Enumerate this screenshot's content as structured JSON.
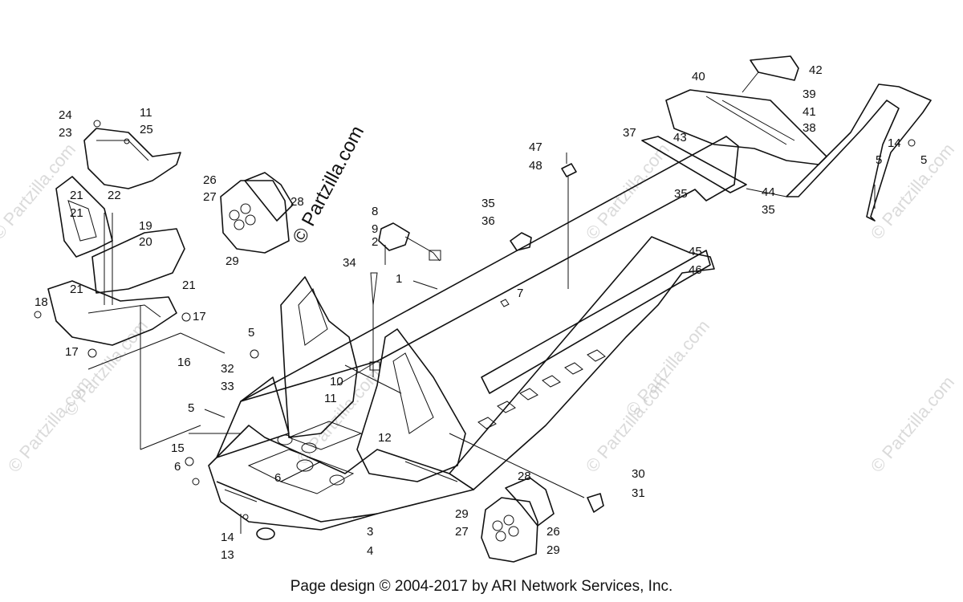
{
  "watermark": {
    "main": "© Partzilla.com",
    "repeat": "© Partzilla.com"
  },
  "footer": "Page design © 2004-2017 by ARI Network Services, Inc.",
  "callouts": [
    "1",
    "2",
    "3",
    "4",
    "5",
    "5",
    "5",
    "5",
    "6",
    "6",
    "7",
    "8",
    "9",
    "10",
    "11",
    "11",
    "12",
    "13",
    "14",
    "14",
    "15",
    "16",
    "17",
    "17",
    "18",
    "19",
    "20",
    "21",
    "21",
    "21",
    "21",
    "22",
    "23",
    "24",
    "25",
    "26",
    "26",
    "27",
    "27",
    "28",
    "28",
    "29",
    "29",
    "29",
    "30",
    "31",
    "32",
    "33",
    "34",
    "35",
    "35",
    "35",
    "36",
    "37",
    "38",
    "39",
    "40",
    "41",
    "42",
    "43",
    "44",
    "45",
    "46",
    "47",
    "48"
  ]
}
